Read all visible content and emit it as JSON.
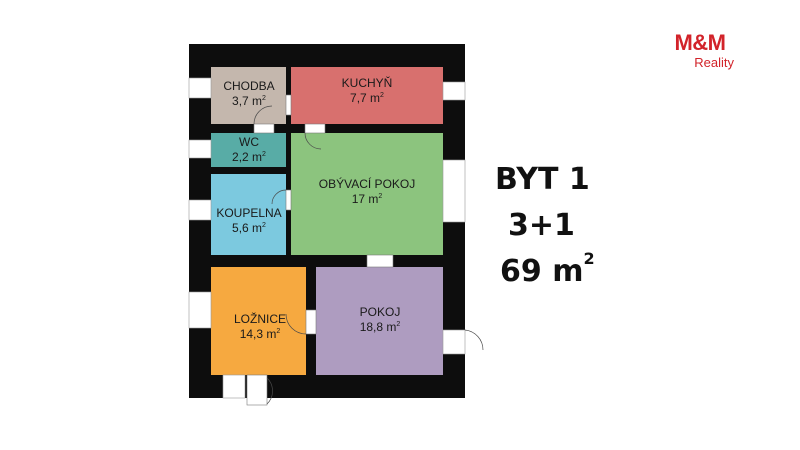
{
  "brand": {
    "mark": "M&M",
    "sub": "Reality"
  },
  "summary": {
    "title": "BYT 1",
    "layout": "3+1",
    "area": "69 m",
    "area_sup": "2"
  },
  "rooms": [
    {
      "name": "CHODBA",
      "area": "3,7 m",
      "sup": "2",
      "color": "#c4b7ad"
    },
    {
      "name": "KUCHYŇ",
      "area": "7,7 m",
      "sup": "2",
      "color": "#d8706e"
    },
    {
      "name": "WC",
      "area": "2,2 m",
      "sup": "2",
      "color": "#58aca6"
    },
    {
      "name": "OBÝVACÍ POKOJ",
      "area": "17 m",
      "sup": "2",
      "color": "#8cc47e"
    },
    {
      "name": "KOUPELNA",
      "area": "5,6 m",
      "sup": "2",
      "color": "#7cc9df"
    },
    {
      "name": "LOŽNICE",
      "area": "14,3 m",
      "sup": "2",
      "color": "#f6a940"
    },
    {
      "name": "POKOJ",
      "area": "18,8 m",
      "sup": "2",
      "color": "#ae9cc0"
    }
  ],
  "colors": {
    "wall": "#0d0d0d",
    "brand": "#d2232a"
  }
}
